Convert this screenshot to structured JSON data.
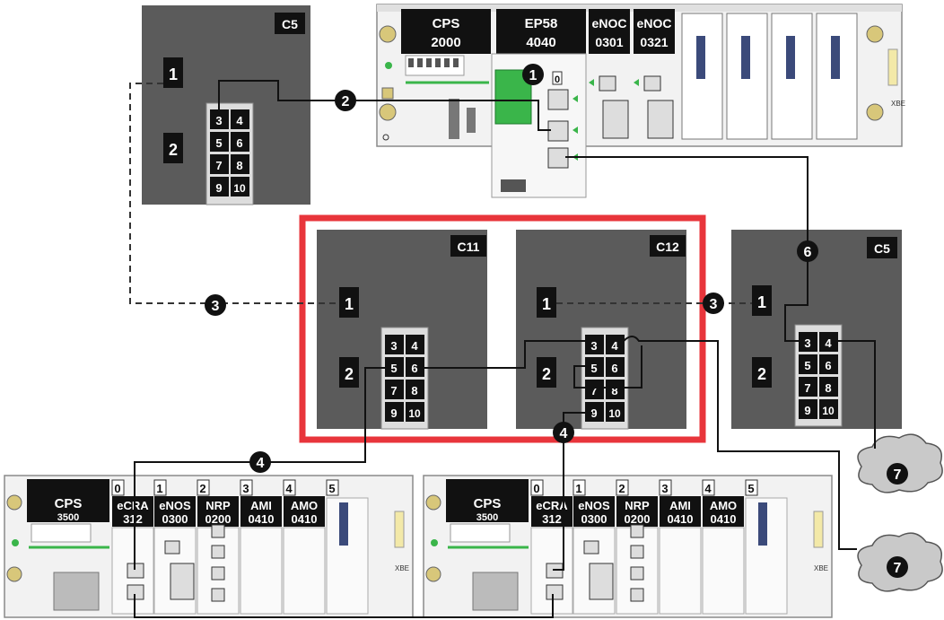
{
  "diagram": {
    "switches": [
      {
        "id": "c5-top",
        "label": "C5",
        "port_a": "1",
        "port_b": "2",
        "ports": [
          "3",
          "4",
          "5",
          "6",
          "7",
          "8",
          "9",
          "10"
        ]
      },
      {
        "id": "c11",
        "label": "C11",
        "port_a": "1",
        "port_b": "2",
        "ports": [
          "3",
          "4",
          "5",
          "6",
          "7",
          "8",
          "9",
          "10"
        ]
      },
      {
        "id": "c12",
        "label": "C12",
        "port_a": "1",
        "port_b": "2",
        "ports": [
          "3",
          "4",
          "5",
          "6",
          "7",
          "8",
          "9",
          "10"
        ]
      },
      {
        "id": "c5-right",
        "label": "C5",
        "port_a": "1",
        "port_b": "2",
        "ports": [
          "3",
          "4",
          "5",
          "6",
          "7",
          "8",
          "9",
          "10"
        ]
      }
    ],
    "top_rack": {
      "modules": [
        {
          "l1": "CPS",
          "l2": "2000"
        },
        {
          "l1": "EP58",
          "l2": "4040"
        },
        {
          "l1": "eNOC",
          "l2": "0301"
        },
        {
          "l1": "eNOC",
          "l2": "0321"
        }
      ],
      "port_index": "0",
      "xbe": "XBE"
    },
    "bottom_racks": [
      {
        "id": "left",
        "cps_l1": "CPS",
        "cps_l2": "3500",
        "slots": [
          "0",
          "1",
          "2",
          "3",
          "4",
          "5"
        ],
        "modules": [
          {
            "l1": "eCRA",
            "l2": "312"
          },
          {
            "l1": "eNOS",
            "l2": "0300"
          },
          {
            "l1": "NRP",
            "l2": "0200"
          },
          {
            "l1": "AMI",
            "l2": "0410"
          },
          {
            "l1": "AMO",
            "l2": "0410"
          }
        ],
        "xbe": "XBE"
      },
      {
        "id": "right",
        "cps_l1": "CPS",
        "cps_l2": "3500",
        "slots": [
          "0",
          "1",
          "2",
          "3",
          "4",
          "5"
        ],
        "modules": [
          {
            "l1": "eCRA",
            "l2": "312"
          },
          {
            "l1": "eNOS",
            "l2": "0300"
          },
          {
            "l1": "NRP",
            "l2": "0200"
          },
          {
            "l1": "AMI",
            "l2": "0410"
          },
          {
            "l1": "AMO",
            "l2": "0410"
          }
        ],
        "xbe": "XBE"
      }
    ],
    "callouts": [
      "1",
      "2",
      "3",
      "3",
      "4",
      "4",
      "6",
      "7",
      "7"
    ]
  }
}
